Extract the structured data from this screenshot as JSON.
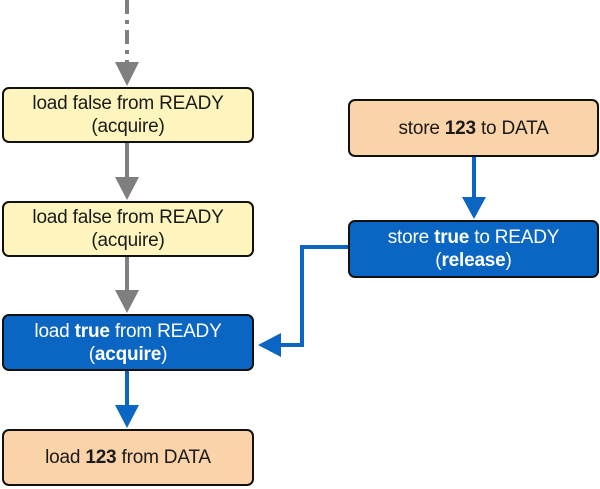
{
  "colors": {
    "gray_arrow": "#7f7f7f",
    "blue_arrow": "#0a66c2",
    "yellow_box": "#fdf5bd",
    "peach_box": "#fbd3a9",
    "blue_box": "#0a66c2"
  },
  "left_thread": {
    "box1": {
      "line1": "load false from READY",
      "line2": "(acquire)"
    },
    "box2": {
      "line1": "load false from READY",
      "line2": "(acquire)"
    },
    "box3": {
      "pre": "load ",
      "bold": "true",
      "post": " from READY",
      "line2_open": "(",
      "line2_bold": "acquire",
      "line2_close": ")"
    },
    "box4": {
      "pre": "load ",
      "bold": "123",
      "post": " from DATA"
    }
  },
  "right_thread": {
    "box1": {
      "pre": "store ",
      "bold": "123",
      "post": " to DATA"
    },
    "box2": {
      "pre": "store ",
      "bold": "true",
      "post": " to READY",
      "line2_open": "(",
      "line2_bold": "release",
      "line2_close": ")"
    }
  }
}
